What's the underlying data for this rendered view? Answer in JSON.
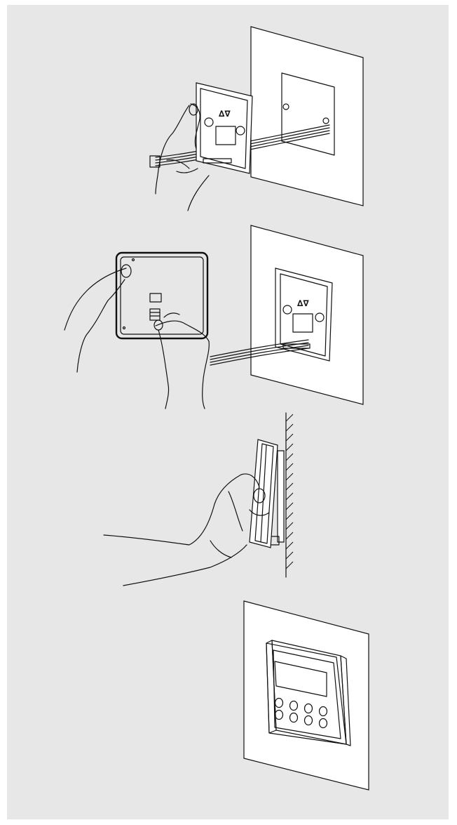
{
  "figure": {
    "steps": [
      {
        "id": 1,
        "depicts": "back-plate-cable-threading"
      },
      {
        "id": 2,
        "depicts": "connector-plugging"
      },
      {
        "id": 3,
        "depicts": "controller-snap-onto-wall"
      },
      {
        "id": 4,
        "depicts": "installed-controller"
      }
    ],
    "plate_marking": "∆∇",
    "colors": {
      "panel_background": "#e7e7e8",
      "wall": "#ffffff",
      "line": "#111111"
    }
  }
}
